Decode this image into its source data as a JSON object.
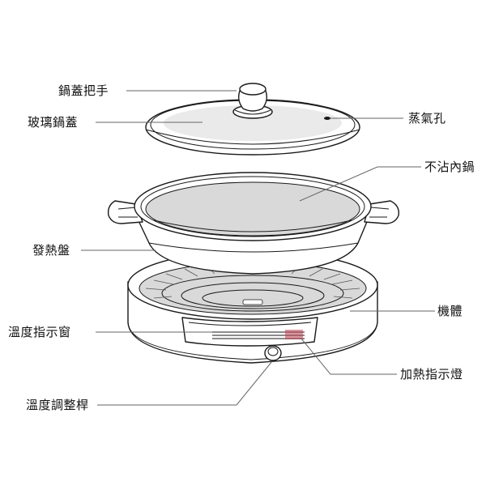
{
  "labels": {
    "lid_handle": "鍋蓋把手",
    "glass_lid": "玻璃鍋蓋",
    "steam_vent": "蒸氣孔",
    "nonstick_pot": "不沾內鍋",
    "heating_plate": "發熱盤",
    "body": "機體",
    "temp_window": "溫度指示窗",
    "heat_indicator": "加熱指示燈",
    "temp_knob": "溫度調整桿"
  },
  "colors": {
    "outline": "#1a1a1a",
    "leader": "#666666",
    "shading": "#d9d9d9",
    "indicator": "#c04050"
  }
}
